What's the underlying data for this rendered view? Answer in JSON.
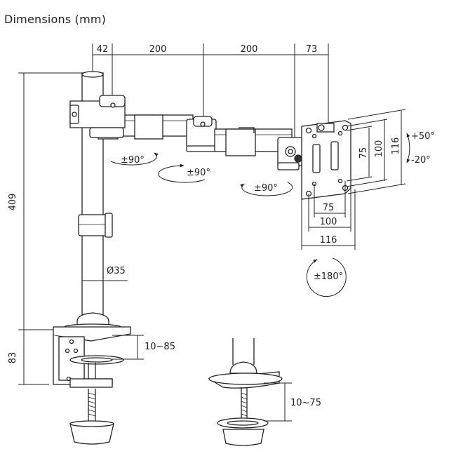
{
  "title": "Dimensions (mm)",
  "top_dims": [
    "42",
    "200",
    "200",
    "73"
  ],
  "left_dims": [
    "409",
    "83"
  ],
  "clamp_range_1": "10~85",
  "clamp_range_2": "10~75",
  "pole_diameter": "Ø35",
  "swivels": [
    "±90°",
    "±90°",
    "±90°"
  ],
  "rotation": "±180°",
  "tilt_up": "+50°",
  "tilt_down": "-20°",
  "vesa": {
    "bottom": [
      "75",
      "100",
      "116"
    ],
    "right": [
      "75",
      "100",
      "116"
    ]
  },
  "colors": {
    "line": "#222222",
    "fill": "#ffffff",
    "accent": "#cfcfcf"
  }
}
